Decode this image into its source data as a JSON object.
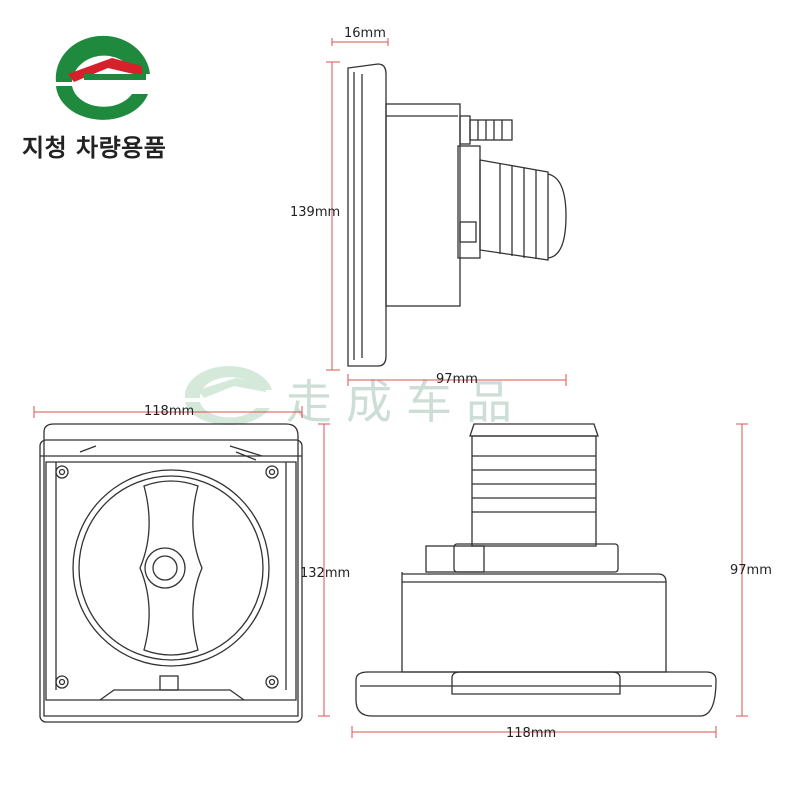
{
  "brand": {
    "name": "지청 차량용품",
    "watermark_text": "走成车品",
    "colors": {
      "green": "#1f8a3e",
      "red": "#d6202a",
      "dim_line": "#d9534f"
    }
  },
  "dimensions": {
    "side_depth": "16mm",
    "side_height": "139mm",
    "side_body_width": "97mm",
    "front_width": "118mm",
    "front_height": "132mm",
    "profile_height": "97mm",
    "profile_width": "118mm"
  }
}
